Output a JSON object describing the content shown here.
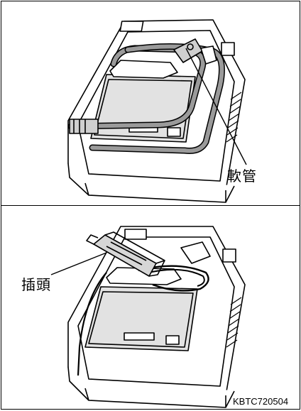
{
  "labels": {
    "hose": "軟管",
    "plug": "插頭",
    "figure_code": "KBTC720504"
  },
  "colors": {
    "line": "#000000",
    "hose_fill": "#9a9a9a",
    "panel_fill": "#e2e2e2",
    "body_fill": "#ffffff"
  }
}
